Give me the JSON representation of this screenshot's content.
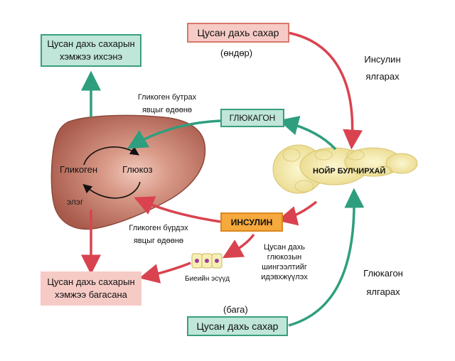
{
  "boxes": {
    "blood_sugar_high_box": "Цусан дахь сахар",
    "blood_sugar_low_box": "Цусан дахь сахар",
    "increases_line1": "Цусан дахь сахарын",
    "increases_line2": "хэмжээ ихсэнэ",
    "decreases_line1": "Цусан дахь сахарын",
    "decreases_line2": "хэмжээ багасана",
    "glucagon_box": "ГЛЮКАГОН",
    "insulin_box": "ИНСУЛИН"
  },
  "labels": {
    "high": "(өндөр)",
    "low": "(бага)",
    "insulin_released_1": "Инсулин",
    "insulin_released_2": "ялгарах",
    "glucagon_released_1": "Глюкагон",
    "glucagon_released_2": "ялгарах",
    "glycogen_breakdown_1": "Гликоген бутрах",
    "glycogen_breakdown_2": "явцыг өдөөнө",
    "glycogen_formation_1": "Гликоген бүрдэх",
    "glycogen_formation_2": "явцыг өдөөнө",
    "uptake_1": "Цусан дахь",
    "uptake_2": "глюкозын",
    "uptake_3": "шингээлтийг",
    "uptake_4": "идэвхжүүлэх",
    "body_cells": "Биеийн эсүүд",
    "pancreas": "НОЙР БУЛЧИРХАЙ",
    "liver": "элэг",
    "glycogen": "Гликоген",
    "glucose": "Глюкоз"
  },
  "colors": {
    "red_arrow": "#d9434f",
    "green_arrow": "#2f9e7e",
    "liver": "#b8695a",
    "pancreas": "#f7efb0"
  }
}
